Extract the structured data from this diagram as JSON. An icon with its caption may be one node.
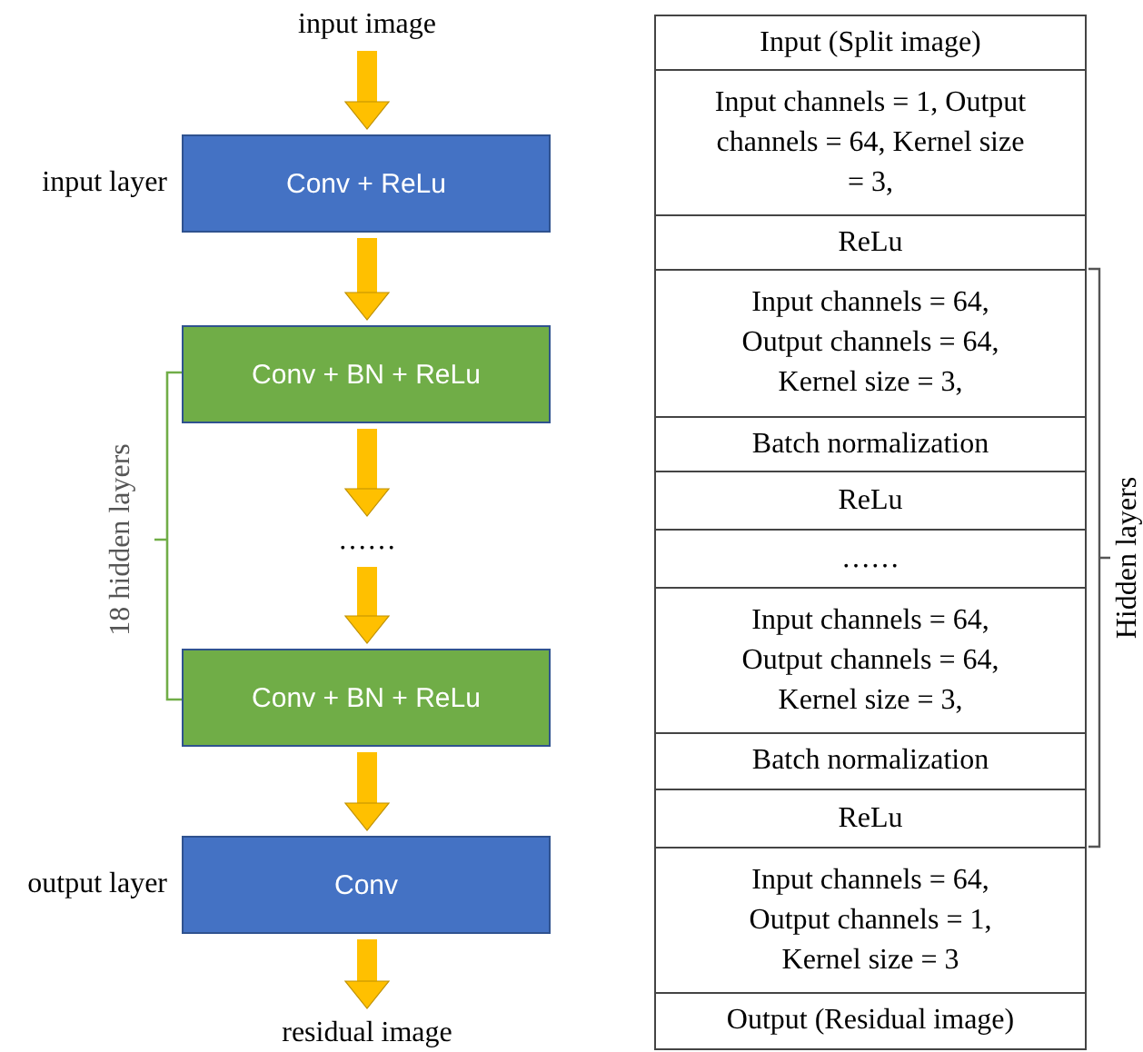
{
  "diagram": {
    "nodes": [
      {
        "text": [
          "input image"
        ]
      },
      {
        "text": [
          "Conv + ReLu"
        ],
        "beside": [
          "input layer"
        ]
      },
      {
        "text": [
          "Conv + BN + ReLu"
        ]
      },
      {
        "text": [
          "……"
        ]
      },
      {
        "text": [
          "Conv + BN + ReLu"
        ]
      },
      {
        "text": [
          "Conv"
        ],
        "beside": [
          "output layer"
        ]
      },
      {
        "text": [
          "residual image"
        ]
      }
    ],
    "edges": [
      {
        "from": 0,
        "to": 1,
        "arrow": "to"
      },
      {
        "from": 1,
        "to": 2,
        "arrow": "to"
      },
      {
        "from": 2,
        "to": 3,
        "arrow": "to"
      },
      {
        "from": 3,
        "to": 4,
        "arrow": "to"
      },
      {
        "from": 4,
        "to": 5,
        "arrow": "to"
      },
      {
        "from": 5,
        "to": 6,
        "arrow": "to"
      }
    ],
    "labels": [
      "18 hidden layers",
      "Input (Split image)",
      "Input channels = 1, Output channels = 64, Kernel size = 3,",
      "ReLu",
      "Input channels = 64, Output channels = 64, Kernel size = 3,",
      "Batch normalization",
      "ReLu",
      "……",
      "Input channels = 64, Output channels = 64, Kernel size = 3,",
      "Batch normalization",
      "ReLu",
      "Input channels = 64, Output channels = 1, Kernel size = 3",
      "Output (Residual image)",
      "Hidden layers"
    ]
  }
}
